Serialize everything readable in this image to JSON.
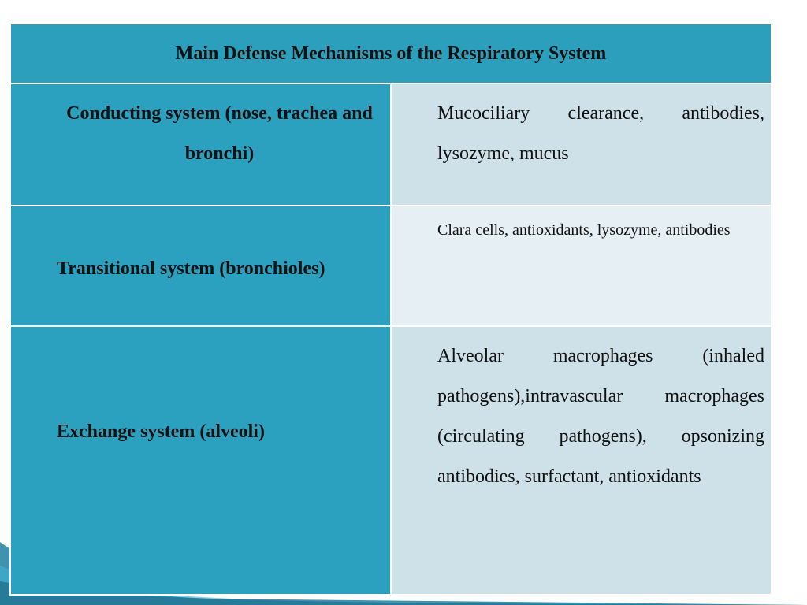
{
  "table": {
    "title": "Main Defense Mechanisms of the Respiratory System",
    "rows": [
      {
        "system": "Conducting system (nose, trachea and bronchi)",
        "mechanisms": "Mucociliary clearance, antibodies, lysozyme, mucus"
      },
      {
        "system": "Transitional system (bronchioles)",
        "mechanisms": "Clara cells, antioxidants, lysozyme, antibodies"
      },
      {
        "system": "Exchange system (alveoli)",
        "mechanisms": "Alveolar macrophages (inhaled pathogens),intravascular macrophages (circulating pathogens), opsonizing antibodies, surfactant, antioxidants"
      }
    ]
  },
  "colors": {
    "header_bg": "#2c9fbd",
    "left_col_bg": "#2ca0bf",
    "right_col_bg": "#cfe1e8",
    "right_col_alt_bg": "#e6eff3",
    "accent_swoosh": "#1f7fa1"
  }
}
